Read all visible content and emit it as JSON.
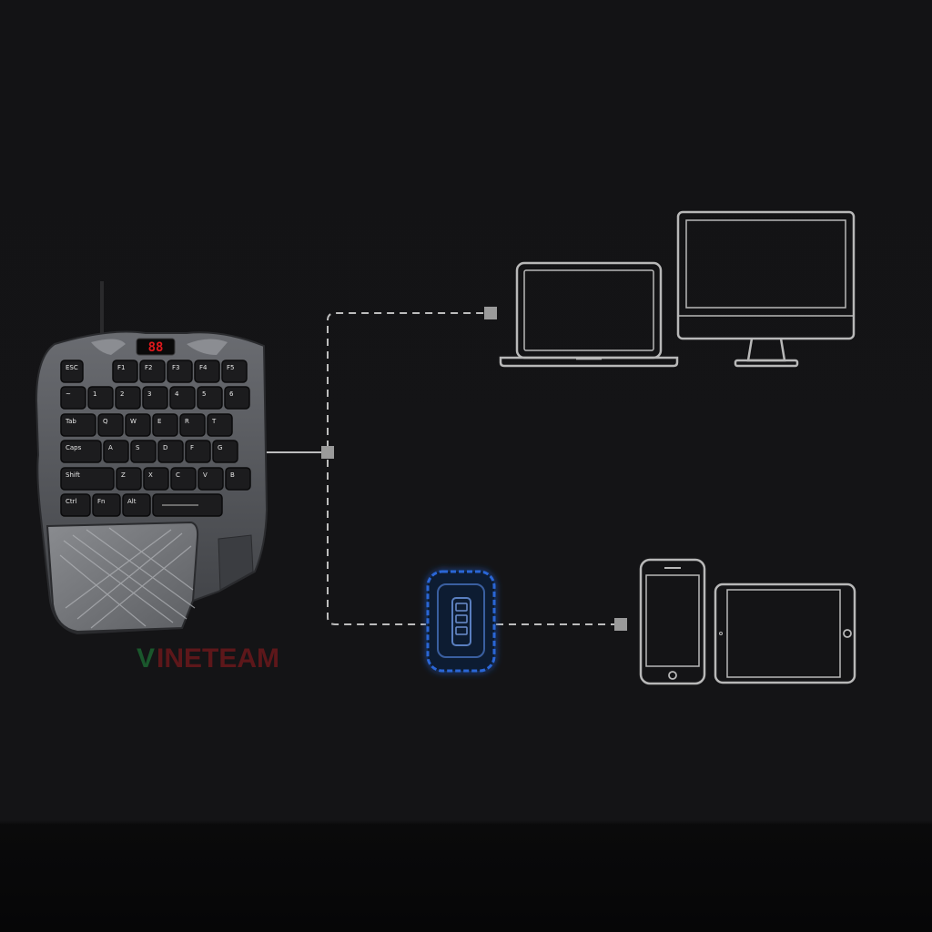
{
  "colors": {
    "background": "#131315",
    "line": "#bdbdbd",
    "device_outline": "#b8b8b8",
    "adapter_blue": "#2b66d6",
    "keyboard_body": "#55575c",
    "key_face": "#1c1c1e",
    "display_red": "#e0181c"
  },
  "keyboard": {
    "display_text": "88",
    "keys": [
      {
        "label": "ESC",
        "row": 0
      },
      {
        "label": "F1",
        "row": 0
      },
      {
        "label": "F2",
        "row": 0
      },
      {
        "label": "F3",
        "row": 0
      },
      {
        "label": "F4",
        "row": 0
      },
      {
        "label": "F5",
        "row": 0
      },
      {
        "label": "~",
        "row": 1
      },
      {
        "label": "1",
        "row": 1
      },
      {
        "label": "2",
        "row": 1
      },
      {
        "label": "3",
        "row": 1
      },
      {
        "label": "4",
        "row": 1
      },
      {
        "label": "5",
        "row": 1
      },
      {
        "label": "6",
        "row": 1
      },
      {
        "label": "Tab",
        "row": 2
      },
      {
        "label": "Q",
        "row": 2
      },
      {
        "label": "W",
        "row": 2
      },
      {
        "label": "E",
        "row": 2
      },
      {
        "label": "R",
        "row": 2
      },
      {
        "label": "T",
        "row": 2
      },
      {
        "label": "Caps",
        "row": 3
      },
      {
        "label": "A",
        "row": 3
      },
      {
        "label": "S",
        "row": 3
      },
      {
        "label": "D",
        "row": 3
      },
      {
        "label": "F",
        "row": 3
      },
      {
        "label": "G",
        "row": 3
      },
      {
        "label": "Shift",
        "row": 4
      },
      {
        "label": "Z",
        "row": 4
      },
      {
        "label": "X",
        "row": 4
      },
      {
        "label": "C",
        "row": 4
      },
      {
        "label": "V",
        "row": 4
      },
      {
        "label": "B",
        "row": 4
      },
      {
        "label": "Ctrl",
        "row": 5
      },
      {
        "label": "Fn",
        "row": 5
      },
      {
        "label": "Alt",
        "row": 5
      },
      {
        "label": "",
        "row": 5
      }
    ]
  },
  "devices": [
    "laptop-icon",
    "desktop-monitor-icon",
    "smartphone-icon",
    "tablet-icon"
  ],
  "adapter": "usb-adapter-icon",
  "watermark": {
    "text_green": "V",
    "text_red": "INETEAM"
  }
}
